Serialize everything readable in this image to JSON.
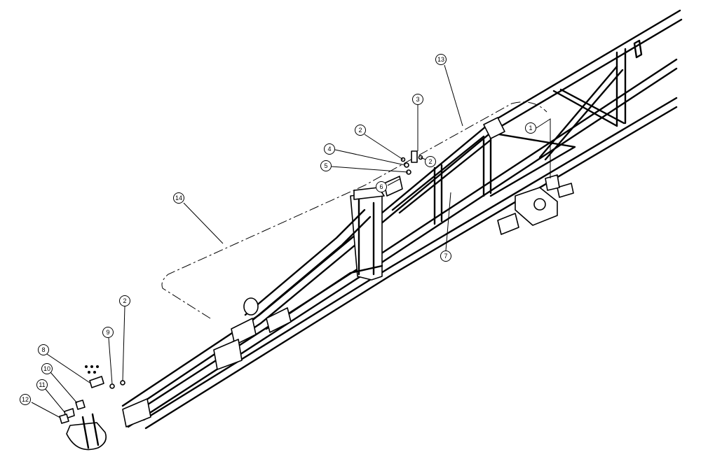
{
  "callouts": [
    "1",
    "2",
    "3",
    "4",
    "5",
    "6",
    "7",
    "8",
    "9",
    "10",
    "11",
    "12",
    "13",
    "14"
  ],
  "callout_2_extra": [
    "2",
    "2"
  ]
}
